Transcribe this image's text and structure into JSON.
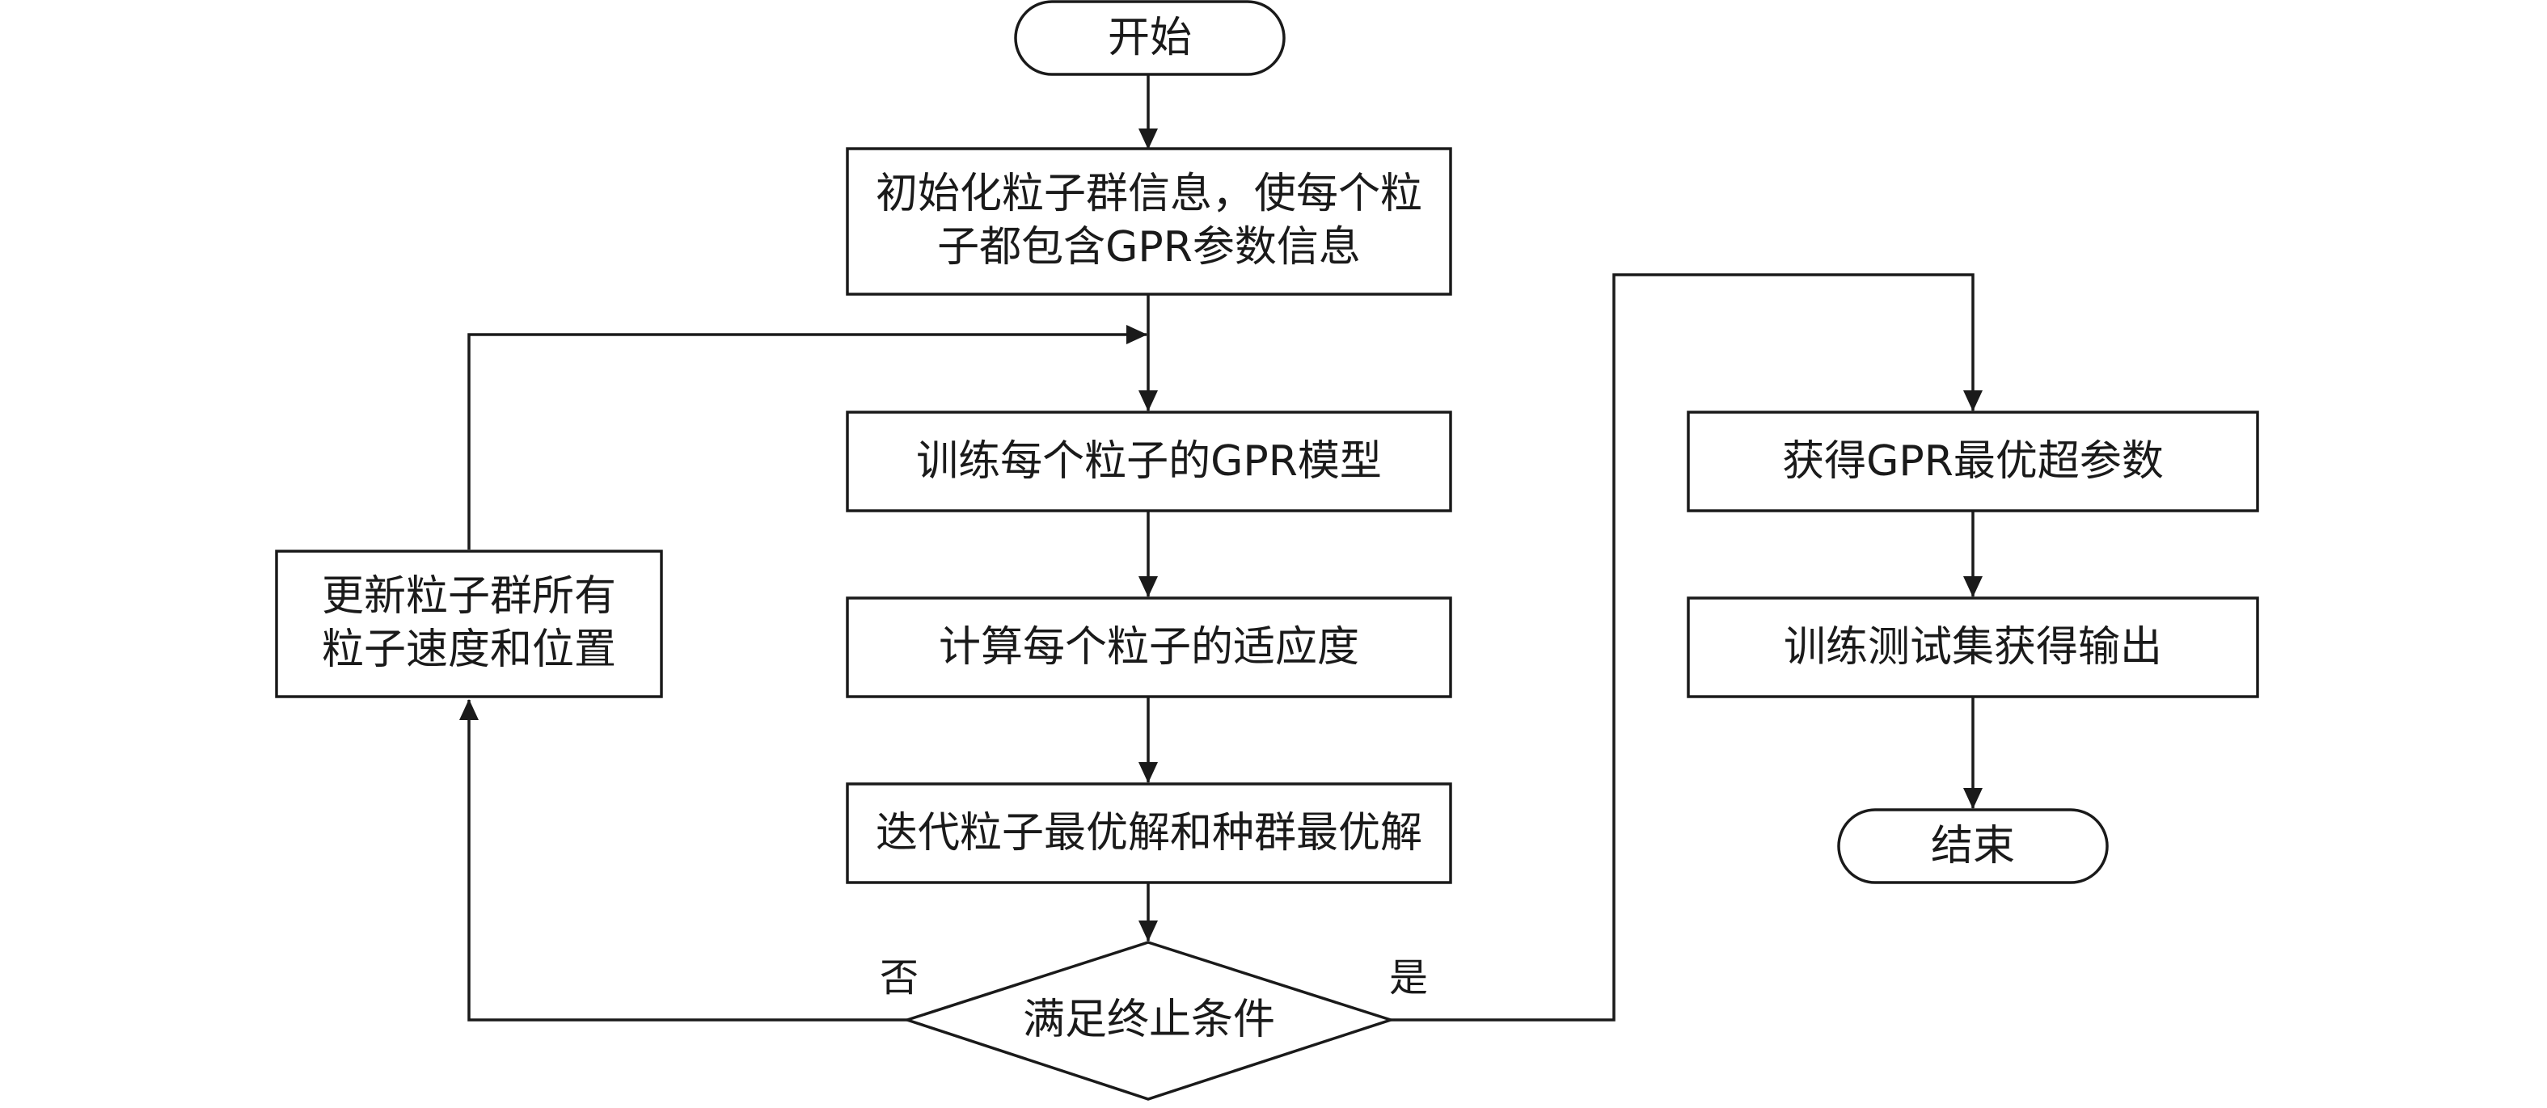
{
  "nodes": {
    "start": "开始",
    "init_line1": "初始化粒子群信息，使每个粒",
    "init_line2": "子都包含GPR参数信息",
    "train": "训练每个粒子的GPR模型",
    "fitness": "计算每个粒子的适应度",
    "iterate": "迭代粒子最优解和种群最优解",
    "condition": "满足终止条件",
    "update_line1": "更新粒子群所有",
    "update_line2": "粒子速度和位置",
    "best_params": "获得GPR最优超参数",
    "output": "训练测试集获得输出",
    "end": "结束"
  },
  "edges": {
    "no_label": "否",
    "yes_label": "是"
  },
  "colors": {
    "stroke": "#1a1a1a",
    "fill": "#ffffff",
    "text": "#1a1a1a"
  }
}
